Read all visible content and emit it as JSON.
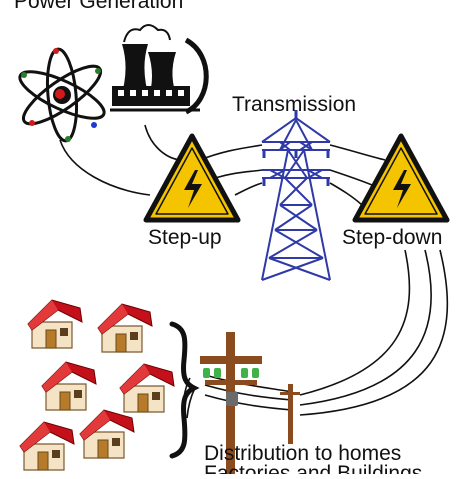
{
  "labels": {
    "power_generation": "Power Generation",
    "transmission": "Transmission",
    "step_up": "Step-up",
    "step_down": "Step-down",
    "distribution_line1": "Distribution to homes",
    "distribution_line2": "Factories and Buildings"
  },
  "icons": {
    "atom": "atom-icon",
    "power_plant": "power-plant-icon",
    "warning_left": "high-voltage-warning-icon",
    "warning_right": "high-voltage-warning-icon",
    "tower": "transmission-tower-icon",
    "utility_pole": "utility-pole-icon",
    "house": "house-icon"
  },
  "colors": {
    "warning_yellow": "#f5c400",
    "tower_blue": "#2f3aa8",
    "roof_red": "#c4101a",
    "pole_brown": "#8a4b1f",
    "insulator_green": "#3fb24a",
    "wire_black": "#111111"
  }
}
